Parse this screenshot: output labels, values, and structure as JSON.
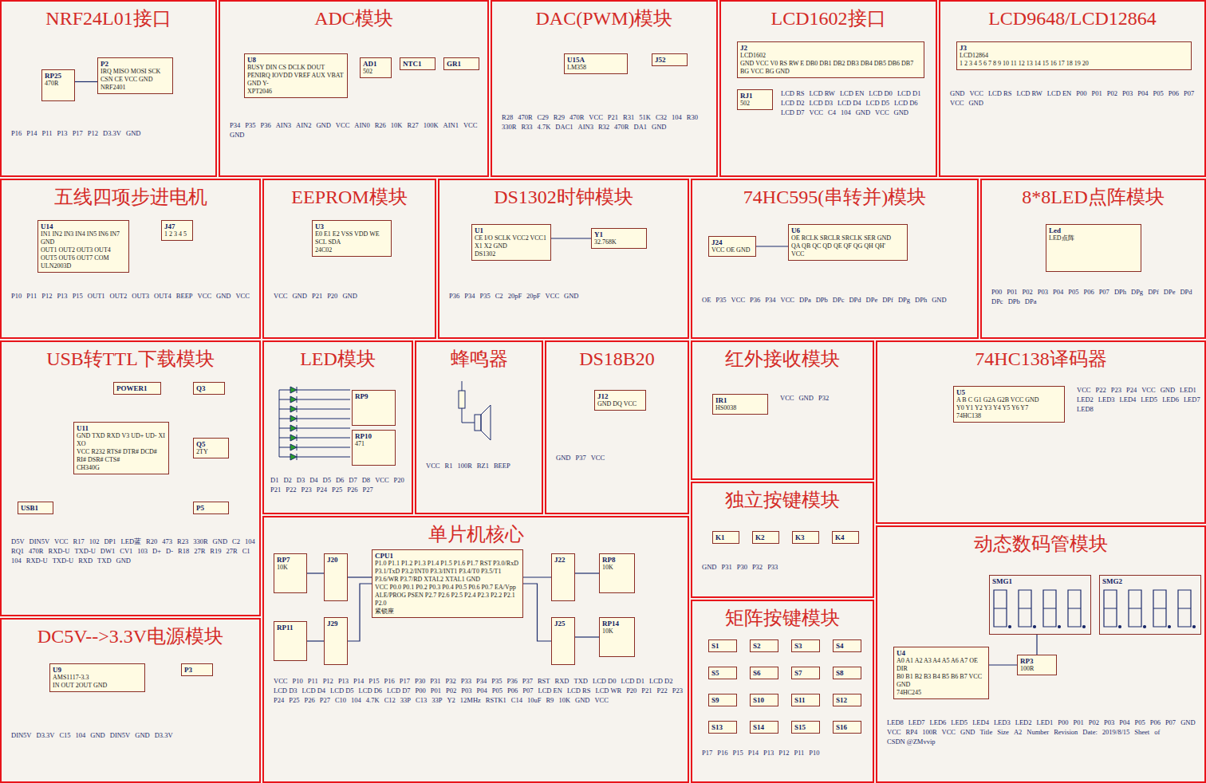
{
  "diagram": {
    "nodes": [
      {
        "text": [
          "NRF24L01接口"
        ]
      },
      {
        "text": [
          "ADC模块"
        ]
      },
      {
        "text": [
          "DAC(PWM)模块"
        ]
      },
      {
        "text": [
          "LCD1602接口"
        ]
      },
      {
        "text": [
          "LCD9648/LCD12864"
        ]
      },
      {
        "text": [
          "五线四项步进电机"
        ]
      },
      {
        "text": [
          "EEPROM模块"
        ]
      },
      {
        "text": [
          "DS1302时钟模块"
        ]
      },
      {
        "text": [
          "74HC595(串转并)模块"
        ]
      },
      {
        "text": [
          "8*8LED点阵模块"
        ]
      },
      {
        "text": [
          "USB转TTL下载模块"
        ]
      },
      {
        "text": [
          "LED模块"
        ]
      },
      {
        "text": [
          "蜂鸣器"
        ]
      },
      {
        "text": [
          "DS18B20"
        ]
      },
      {
        "text": [
          "红外接收模块"
        ]
      },
      {
        "text": [
          "74HC138译码器"
        ]
      },
      {
        "text": [
          "独立按键模块"
        ]
      },
      {
        "text": [
          "单片机核心"
        ]
      },
      {
        "text": [
          "DC5V-->3.3V电源模块"
        ]
      },
      {
        "text": [
          "矩阵按键模块"
        ]
      },
      {
        "text": [
          "动态数码管模块"
        ]
      },
      {
        "text": [
          "RP25",
          "470R"
        ],
        "in": 0
      },
      {
        "text": [
          "P2",
          "IRQ MISO MOSI SCK CSN CE VCC GND",
          "NRF2401"
        ],
        "in": 0
      },
      {
        "text": [
          "U8",
          "BUSY DIN CS DCLK DOUT PENIRQ IOVDD VREF AUX VBAT GND Y-",
          "XPT2046"
        ],
        "in": 1
      },
      {
        "text": [
          "AD1",
          "502"
        ],
        "in": 1
      },
      {
        "text": [
          "NTC1"
        ],
        "in": 1
      },
      {
        "text": [
          "GR1"
        ],
        "in": 1
      },
      {
        "text": [
          "U15A",
          "LM358"
        ],
        "in": 2
      },
      {
        "text": [
          "J52"
        ],
        "in": 2
      },
      {
        "text": [
          "J2",
          "LCD1602",
          "GND VCC V0 RS RW E DB0 DB1 DB2 DB3 DB4 DB5 DB6 DB7 BG VCC BG GND"
        ],
        "in": 3
      },
      {
        "text": [
          "RJ1",
          "502"
        ],
        "in": 3
      },
      {
        "text": [
          "J3",
          "LCD12864",
          "1 2 3 4 5 6 7 8 9 10 11 12 13 14 15 16 17 18 19 20"
        ],
        "in": 4
      },
      {
        "text": [
          "U14",
          "IN1 IN2 IN3 IN4 IN5 IN6 IN7 GND",
          "OUT1 OUT2 OUT3 OUT4 OUT5 OUT6 OUT7 COM",
          "ULN2003D"
        ],
        "in": 5
      },
      {
        "text": [
          "J47",
          "1 2 3 4 5"
        ],
        "in": 5
      },
      {
        "text": [
          "U3",
          "E0 E1 E2 VSS VDD WE SCL SDA",
          "24C02"
        ],
        "in": 6
      },
      {
        "text": [
          "U1",
          "CE I/O SCLK VCC2 VCC1 X1 X2 GND",
          "DS1302"
        ],
        "in": 7
      },
      {
        "text": [
          "Y1",
          "32.768K"
        ],
        "in": 7
      },
      {
        "text": [
          "J24",
          "VCC OE GND"
        ],
        "in": 8
      },
      {
        "text": [
          "U6",
          "OE RCLK SRCLR SRCLK SER GND",
          "QA QB QC QD QE QF QG QH QH'",
          "VCC"
        ],
        "in": 8
      },
      {
        "text": [
          "Led",
          "LED点阵"
        ],
        "in": 9
      },
      {
        "text": [
          "POWER1"
        ],
        "in": 10
      },
      {
        "text": [
          "Q3"
        ],
        "in": 10
      },
      {
        "text": [
          "U11",
          "GND TXD RXD V3 UD+ UD- XI XO",
          "VCC R232 RTS# DTR# DCD# RI# DSR# CTS#",
          "CH340G"
        ],
        "in": 10
      },
      {
        "text": [
          "Q5",
          "2TY"
        ],
        "in": 10
      },
      {
        "text": [
          "USB1"
        ],
        "in": 10
      },
      {
        "text": [
          "P5"
        ],
        "in": 10
      },
      {
        "text": [
          "RP9"
        ],
        "in": 11
      },
      {
        "text": [
          "RP10",
          "471"
        ],
        "in": 11
      },
      {
        "text": [
          "J12",
          "GND DQ VCC"
        ],
        "in": 13
      },
      {
        "text": [
          "IR1",
          "HS0038"
        ],
        "in": 14
      },
      {
        "text": [
          "U5",
          "A B C G1 G2A G2B VCC GND",
          "Y0 Y1 Y2 Y3 Y4 Y5 Y6 Y7",
          "74HC138"
        ],
        "in": 15
      },
      {
        "text": [
          "K1"
        ],
        "in": 16
      },
      {
        "text": [
          "K2"
        ],
        "in": 16
      },
      {
        "text": [
          "K3"
        ],
        "in": 16
      },
      {
        "text": [
          "K4"
        ],
        "in": 16
      },
      {
        "text": [
          "RP7",
          "10K"
        ],
        "in": 17
      },
      {
        "text": [
          "J20"
        ],
        "in": 17
      },
      {
        "text": [
          "CPU1",
          "P1.0 P1.1 P1.2 P1.3 P1.4 P1.5 P1.6 P1.7 RST P3.0/RxD P3.1/TxD P3.2/INT0 P3.3/INT1 P3.4/T0 P3.5/T1 P3.6/WR P3.7/RD XTAL2 XTAL1 GND",
          "VCC P0.0 P0.1 P0.2 P0.3 P0.4 P0.5 P0.6 P0.7 EA/Vpp ALE/PROG PSEN P2.7 P2.6 P2.5 P2.4 P2.3 P2.2 P2.1 P2.0",
          "紧锁座"
        ],
        "in": 17
      },
      {
        "text": [
          "J22"
        ],
        "in": 17
      },
      {
        "text": [
          "RP8",
          "10K"
        ],
        "in": 17
      },
      {
        "text": [
          "RP11"
        ],
        "in": 17
      },
      {
        "text": [
          "J29"
        ],
        "in": 17
      },
      {
        "text": [
          "J25"
        ],
        "in": 17
      },
      {
        "text": [
          "RP14",
          "10K"
        ],
        "in": 17
      },
      {
        "text": [
          "U9",
          "AMS1117-3.3",
          "IN OUT 2OUT GND"
        ],
        "in": 18
      },
      {
        "text": [
          "P3"
        ],
        "in": 18
      },
      {
        "text": [
          "S1"
        ],
        "in": 19
      },
      {
        "text": [
          "S2"
        ],
        "in": 19
      },
      {
        "text": [
          "S3"
        ],
        "in": 19
      },
      {
        "text": [
          "S4"
        ],
        "in": 19
      },
      {
        "text": [
          "S5"
        ],
        "in": 19
      },
      {
        "text": [
          "S6"
        ],
        "in": 19
      },
      {
        "text": [
          "S7"
        ],
        "in": 19
      },
      {
        "text": [
          "S8"
        ],
        "in": 19
      },
      {
        "text": [
          "S9"
        ],
        "in": 19
      },
      {
        "text": [
          "S10"
        ],
        "in": 19
      },
      {
        "text": [
          "S11"
        ],
        "in": 19
      },
      {
        "text": [
          "S12"
        ],
        "in": 19
      },
      {
        "text": [
          "S13"
        ],
        "in": 19
      },
      {
        "text": [
          "S14"
        ],
        "in": 19
      },
      {
        "text": [
          "S15"
        ],
        "in": 19
      },
      {
        "text": [
          "S16"
        ],
        "in": 19
      },
      {
        "text": [
          "SMG1"
        ],
        "in": 20
      },
      {
        "text": [
          "SMG2"
        ],
        "in": 20
      },
      {
        "text": [
          "U4",
          "A0 A1 A2 A3 A4 A5 A6 A7 OE DIR",
          "B0 B1 B2 B3 B4 B5 B6 B7 VCC GND",
          "74HC245"
        ],
        "in": 20
      },
      {
        "text": [
          "RP3",
          "100R"
        ],
        "in": 20
      }
    ],
    "edges": [
      {
        "from": 21,
        "to": 22,
        "arrow": "none"
      },
      {
        "from": 37,
        "to": 38,
        "arrow": "none"
      },
      {
        "from": 35,
        "to": 36,
        "arrow": "none"
      },
      {
        "from": 55,
        "to": 56,
        "arrow": "none"
      },
      {
        "from": 56,
        "to": 57,
        "arrow": "none"
      },
      {
        "from": 57,
        "to": 58,
        "arrow": "none"
      },
      {
        "from": 58,
        "to": 59,
        "arrow": "none"
      },
      {
        "from": 60,
        "to": 61,
        "arrow": "none"
      },
      {
        "from": 61,
        "to": 57,
        "arrow": "none"
      },
      {
        "from": 57,
        "to": 62,
        "arrow": "none"
      },
      {
        "from": 62,
        "to": 63,
        "arrow": "none"
      },
      {
        "from": 84,
        "to": 85,
        "arrow": "none"
      },
      {
        "from": 85,
        "to": 82,
        "arrow": "none"
      }
    ],
    "labels": [
      "P16",
      "P14",
      "P11",
      "P13",
      "P17",
      "P12",
      "D3.3V",
      "GND",
      "P34",
      "P35",
      "P36",
      "AIN3",
      "AIN2",
      "GND",
      "VCC",
      "AIN0",
      "R26",
      "10K",
      "R27",
      "100K",
      "AIN1",
      "VCC",
      "GND",
      "R28",
      "470R",
      "C29",
      "R29",
      "470R",
      "VCC",
      "P21",
      "R31",
      "51K",
      "C32",
      "104",
      "R30",
      "330R",
      "R33",
      "4.7K",
      "DAC1",
      "AIN3",
      "R32",
      "470R",
      "DA1",
      "GND",
      "LCD RS",
      "LCD RW",
      "LCD EN",
      "LCD D0",
      "LCD D1",
      "LCD D2",
      "LCD D3",
      "LCD D4",
      "LCD D5",
      "LCD D6",
      "LCD D7",
      "VCC",
      "C4",
      "104",
      "GND",
      "VCC",
      "GND",
      "GND",
      "VCC",
      "LCD RS",
      "LCD RW",
      "LCD EN",
      "P00",
      "P01",
      "P02",
      "P03",
      "P04",
      "P05",
      "P06",
      "P07",
      "VCC",
      "GND",
      "P10",
      "P11",
      "P12",
      "P13",
      "P15",
      "OUT1",
      "OUT2",
      "OUT3",
      "OUT4",
      "BEEP",
      "VCC",
      "GND",
      "VCC",
      "VCC",
      "GND",
      "P21",
      "P20",
      "GND",
      "P36",
      "P34",
      "P35",
      "C2",
      "20pF",
      "20pF",
      "VCC",
      "GND",
      "OE",
      "P35",
      "VCC",
      "P36",
      "P34",
      "VCC",
      "DPa",
      "DPb",
      "DPc",
      "DPd",
      "DPe",
      "DPf",
      "DPg",
      "DPh",
      "GND",
      "P00",
      "P01",
      "P02",
      "P03",
      "P04",
      "P05",
      "P06",
      "P07",
      "DPh",
      "DPg",
      "DPf",
      "DPe",
      "DPd",
      "DPc",
      "DPb",
      "DPa",
      "D5V",
      "DIN5V",
      "VCC",
      "R17",
      "102",
      "DP1",
      "LED蓝",
      "R20",
      "473",
      "R23",
      "330R",
      "GND",
      "C2",
      "104",
      "RQ1",
      "470R",
      "RXD-U",
      "TXD-U",
      "DW1",
      "CV1",
      "103",
      "D+",
      "D-",
      "R18",
      "27R",
      "R19",
      "27R",
      "C1",
      "104",
      "RXD-U",
      "TXD-U",
      "RXD",
      "TXD",
      "GND",
      "D1",
      "D2",
      "D3",
      "D4",
      "D5",
      "D6",
      "D7",
      "D8",
      "VCC",
      "P20",
      "P21",
      "P22",
      "P23",
      "P24",
      "P25",
      "P26",
      "P27",
      "VCC",
      "R1",
      "100R",
      "BZ1",
      "BEEP",
      "GND",
      "P37",
      "VCC",
      "VCC",
      "GND",
      "P32",
      "VCC",
      "P22",
      "P23",
      "P24",
      "VCC",
      "GND",
      "LED1",
      "LED2",
      "LED3",
      "LED4",
      "LED5",
      "LED6",
      "LED7",
      "LED8",
      "GND",
      "P31",
      "P30",
      "P32",
      "P33",
      "VCC",
      "P10",
      "P11",
      "P12",
      "P13",
      "P14",
      "P15",
      "P16",
      "P17",
      "P30",
      "P31",
      "P32",
      "P33",
      "P34",
      "P35",
      "P36",
      "P37",
      "RST",
      "RXD",
      "TXD",
      "LCD D0",
      "LCD D1",
      "LCD D2",
      "LCD D3",
      "LCD D4",
      "LCD D5",
      "LCD D6",
      "LCD D7",
      "P00",
      "P01",
      "P02",
      "P03",
      "P04",
      "P05",
      "P06",
      "P07",
      "LCD EN",
      "LCD RS",
      "LCD WR",
      "P20",
      "P21",
      "P22",
      "P23",
      "P24",
      "P25",
      "P26",
      "P27",
      "C10",
      "104",
      "4.7K",
      "C12",
      "33P",
      "C13",
      "33P",
      "Y2",
      "12MHz",
      "RSTK1",
      "C14",
      "10uF",
      "R9",
      "10K",
      "GND",
      "VCC",
      "DIN5V",
      "D3.3V",
      "C15",
      "104",
      "GND",
      "DIN5V",
      "GND",
      "D3.3V",
      "P17",
      "P16",
      "P15",
      "P14",
      "P13",
      "P12",
      "P11",
      "P10",
      "LED8",
      "LED7",
      "LED6",
      "LED5",
      "LED4",
      "LED3",
      "LED2",
      "LED1",
      "P00",
      "P01",
      "P02",
      "P03",
      "P04",
      "P05",
      "P06",
      "P07",
      "GND",
      "VCC",
      "RP4",
      "100R",
      "VCC",
      "GND",
      "Title",
      "Size",
      "A2",
      "Number",
      "Revision",
      "Date:",
      "2019/8/15",
      "Sheet",
      "of",
      "CSDN @ZMvvip"
    ]
  }
}
